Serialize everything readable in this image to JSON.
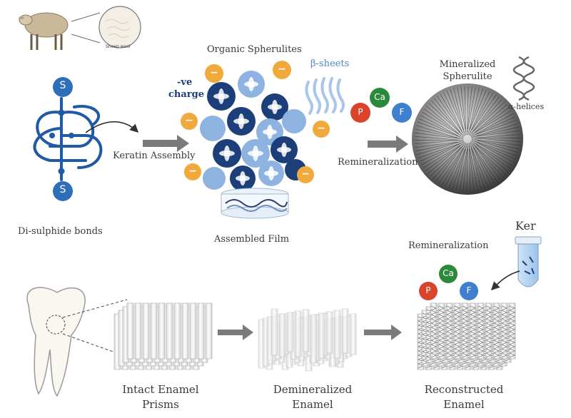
{
  "top": {
    "sheep_caption": "Sheep wool",
    "sulfur_symbol": "S",
    "disulphide_label": "Di-sulphide bonds",
    "keratin_assembly_label": "Keratin Assembly",
    "organic_spherulites_label": "Organic Spherulites",
    "charge_label_line1": "-ve",
    "charge_label_line2": "charge",
    "negative_symbol": "−",
    "beta_sheets_label": "β-sheets",
    "assembled_film_label": "Assembled Film",
    "ions": {
      "phosphorus": "P",
      "calcium": "Ca",
      "fluorine": "F"
    },
    "remineralization_label": "Remineralization",
    "mineralized_line1": "Mineralized",
    "mineralized_line2": "Spherulite",
    "alpha_helices_label": "α-helices"
  },
  "bottom": {
    "ker_label": "Ker",
    "remineralization_label": "Remineralization",
    "ions": {
      "phosphorus": "P",
      "calcium": "Ca",
      "fluorine": "F"
    },
    "intact_line1": "Intact Enamel",
    "intact_line2": "Prisms",
    "demineralized_line1": "Demineralized",
    "demineralized_line2": "Enamel",
    "reconstructed_line1": "Reconstructed",
    "reconstructed_line2": "Enamel"
  },
  "colors": {
    "sulfur_blue": "#2f6fba",
    "keratin_line": "#1f5aa6",
    "negative_orange": "#f2a93b",
    "dark_navy": "#1c3f7a",
    "light_blue": "#8fb3e0",
    "phosphorus_red": "#d9442b",
    "calcium_green": "#2a8a3a",
    "fluorine_blue": "#3f7fd0",
    "arrow_gray": "#7a7a7a"
  }
}
